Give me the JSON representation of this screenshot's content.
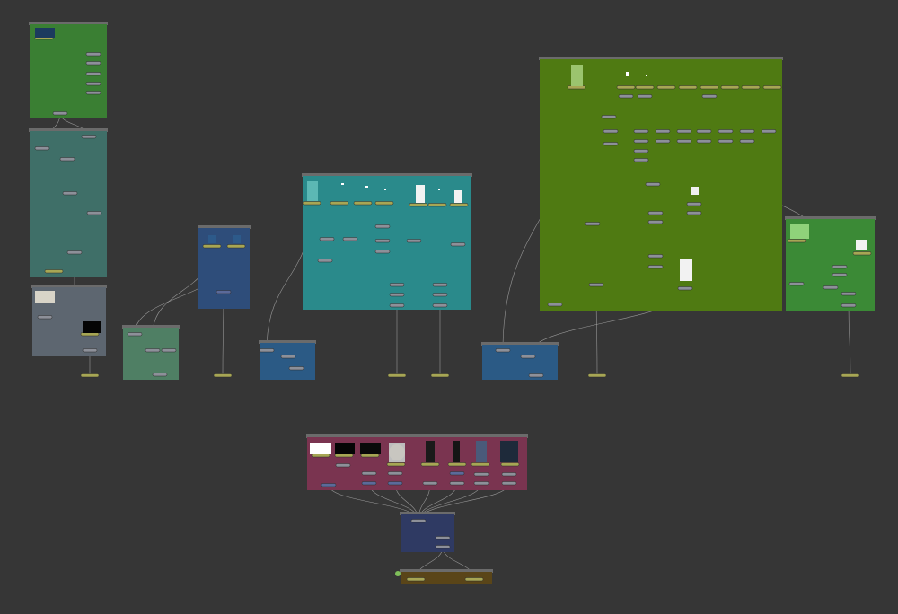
{
  "canvas": {
    "background": "#363636",
    "wire_color": "#b8b8b8"
  },
  "node_colors": {
    "default": "#8d9099",
    "read": "#a7a654",
    "blue_node": "#5b6a9a"
  },
  "groups": [
    {
      "id": "g1",
      "color": "#3a7f33"
    },
    {
      "id": "g2",
      "color": "#3f6f68"
    },
    {
      "id": "g3",
      "color": "#5d6670"
    },
    {
      "id": "g4",
      "color": "#2e4d7a"
    },
    {
      "id": "g5",
      "color": "#4f7f64"
    },
    {
      "id": "g6",
      "color": "#2a8a8b"
    },
    {
      "id": "g7",
      "color": "#2b5a85"
    },
    {
      "id": "g8",
      "color": "#4f7a12"
    },
    {
      "id": "g9",
      "color": "#3b8a36"
    },
    {
      "id": "g10",
      "color": "#2b5a85"
    },
    {
      "id": "g11",
      "color": "#7a3450"
    },
    {
      "id": "g12",
      "color": "#2f3a63"
    },
    {
      "id": "g13",
      "color": "#5a4518"
    }
  ]
}
